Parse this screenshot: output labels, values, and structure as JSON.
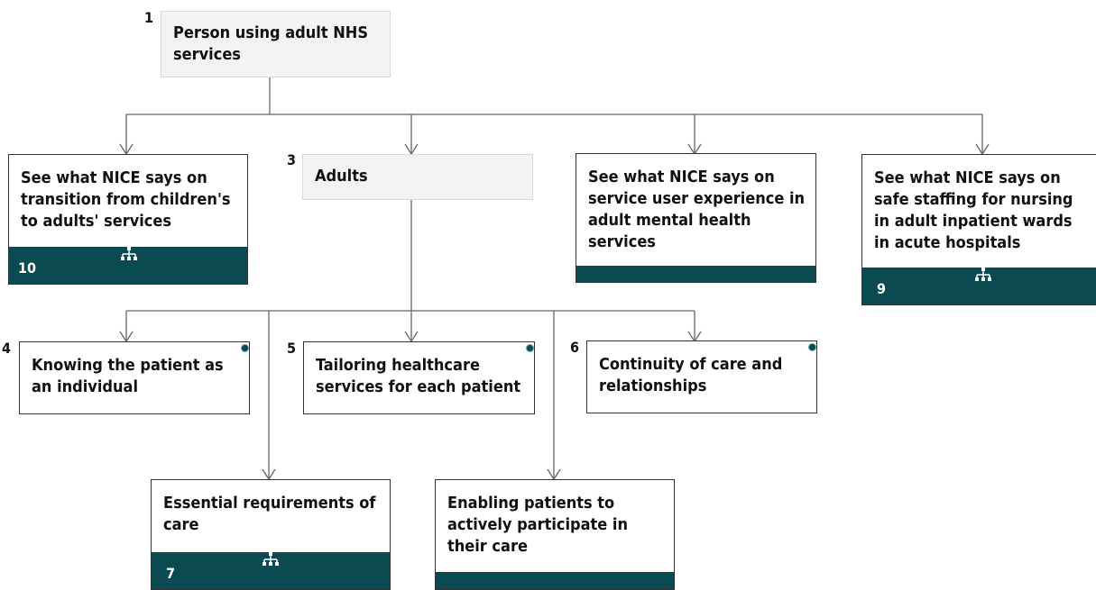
{
  "nodes": {
    "n1": {
      "number": "1",
      "label": "Person using adult NHS services"
    },
    "n3": {
      "number": "3",
      "label": "Adults"
    },
    "n10": {
      "number": "10",
      "label": "See what NICE says on transition from children's to adults' services"
    },
    "n_mh": {
      "label": "See what NICE says on service user experience in adult mental health services"
    },
    "n9": {
      "number": "9",
      "label": "See what NICE says on safe staffing for nursing in adult inpatient wards in acute hospitals"
    },
    "n4": {
      "number": "4",
      "label": "Knowing the patient as an individual"
    },
    "n5": {
      "number": "5",
      "label": "Tailoring healthcare services for each patient"
    },
    "n6": {
      "number": "6",
      "label": "Continuity of care and relationships"
    },
    "n7": {
      "number": "7",
      "label": "Essential requirements of care"
    },
    "n8": {
      "label": "Enabling patients to actively participate in their care"
    }
  },
  "icons": {
    "hierarchy": "hierarchy-icon",
    "status_dot": "status-dot-icon"
  },
  "colors": {
    "footer": "#0c4a52",
    "connector": "#666666",
    "grey_box": "#f3f3f3"
  }
}
